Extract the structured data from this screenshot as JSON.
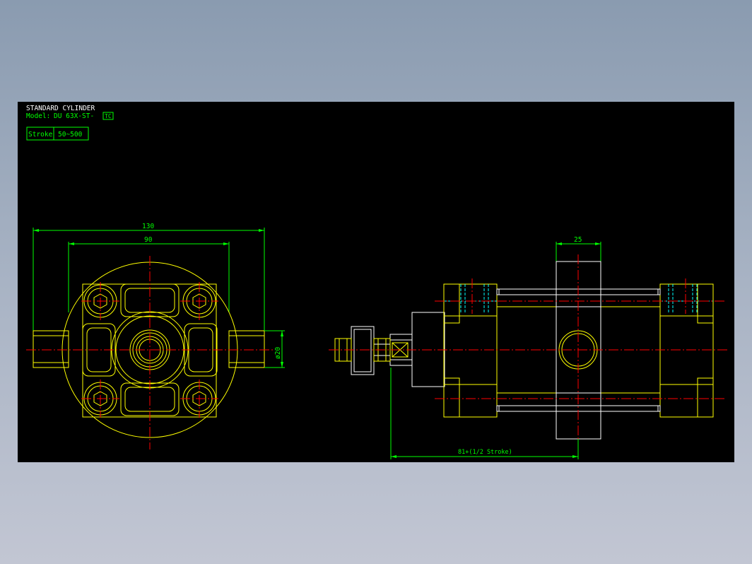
{
  "title_block": {
    "title": "STANDARD CYLINDER",
    "model_label": "Model:",
    "model_code": "DU 63X-ST-",
    "model_suffix": "TC",
    "stroke_label": "Stroke",
    "stroke_range": "50~500"
  },
  "dimensions": {
    "overall_width": "130",
    "pin_spacing": "90",
    "pin_diameter": "ø20",
    "trunnion_width": "25",
    "trunnion_position": "81+(1/2 Stroke)"
  },
  "colors": {
    "background": "#000000",
    "outline": "#ffff00",
    "dimension": "#00ff00",
    "centerline": "#ff0000",
    "hidden": "#00ffff",
    "part_white": "#ffffff",
    "title_text": "#ffffff"
  }
}
